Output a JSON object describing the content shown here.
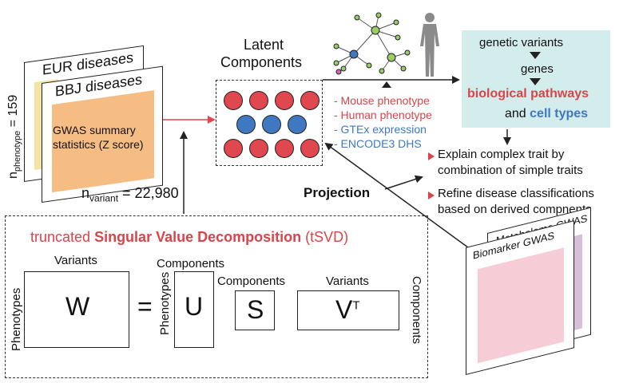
{
  "input": {
    "n_phenotype_var": "n",
    "n_phenotype_sub": "phenotype",
    "n_phenotype_val": " = 159",
    "eur_label": "EUR diseases",
    "bbj_label": "BBJ diseases",
    "gwas_line1": "GWAS summary",
    "gwas_line2": "statistics (Z score)",
    "n_variant_var": "n",
    "n_variant_sub": "variant",
    "n_variant_val": " = 22,980"
  },
  "latent": {
    "title_line1": "Latent",
    "title_line2": "Components",
    "dot_rows": [
      [
        "red",
        "red",
        "red",
        "red"
      ],
      [
        "blue",
        "blue",
        "blue"
      ],
      [
        "red",
        "red",
        "red",
        "red"
      ]
    ]
  },
  "annotations": [
    {
      "text": "- Mouse phenotype",
      "color": "#d9444b"
    },
    {
      "text": "- Human phenotype",
      "color": "#d9444b"
    },
    {
      "text": "- GTEx expression",
      "color": "#3f78c0"
    },
    {
      "text": "- ENCODE3 DHS",
      "color": "#3f78c0"
    }
  ],
  "output_box": {
    "line1": "genetic variants",
    "line2": "genes",
    "line3": "biological pathways",
    "line4_prefix": "and ",
    "line4_highlight": "cell types"
  },
  "bullets": [
    {
      "line1": "Explain complex trait by",
      "line2": "combination of simple traits"
    },
    {
      "line1": "Refine disease classifications",
      "line2": "based on derived compnents"
    }
  ],
  "projection_label": "Projection",
  "tsvd": {
    "title_prefix": "truncated ",
    "title_bold": "Singular Value Decomposition",
    "title_suffix": " (tSVD)",
    "variants_label_1": "Variants",
    "phenotypes_label_1": "Phenotypes",
    "w_symbol": "W",
    "equals": "=",
    "components_label_1": "Components",
    "phenotypes_label_2": "Phenotypes",
    "u_symbol": "U",
    "components_label_2": "Components",
    "s_symbol": "S",
    "variants_label_2": "Variants",
    "v_symbol": "V",
    "v_superscript": "T",
    "components_label_3": "Components"
  },
  "biomarker": {
    "back_label": "Metabolome GWAS",
    "front_label": "Biomarker GWAS"
  },
  "colors": {
    "accent_red": "#d9444b",
    "accent_blue": "#3f78c0",
    "gwas_orange": "#f5bd84",
    "eur_yellow": "#f6e3a3",
    "output_teal": "#d3ecec",
    "biomarker_pink": "#f6cdd6",
    "metabolome_purple": "#d7bfdc"
  }
}
